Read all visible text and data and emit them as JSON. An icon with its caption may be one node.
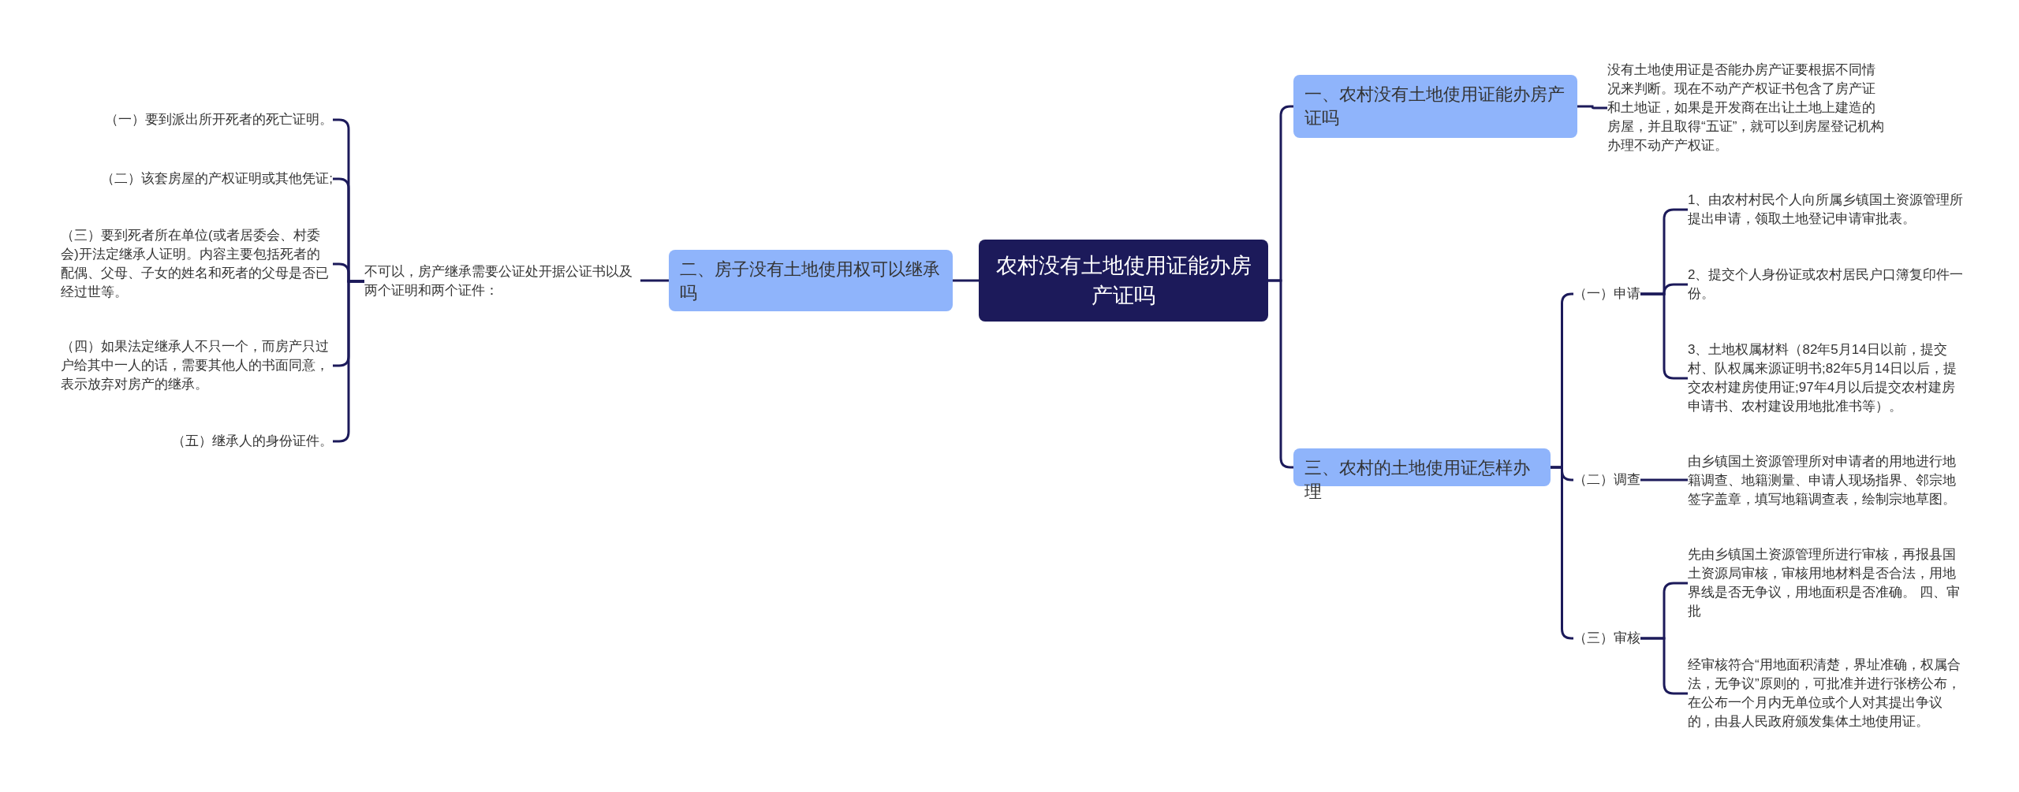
{
  "diagram": {
    "nodes": [
      {
        "text": [
          "农村没有土地使用证能办房产证吗"
        ]
      },
      {
        "text": [
          "一、农村没有土地使用证能办房产证吗"
        ]
      },
      {
        "text": [
          "没有土地使用证是否能办房产证要根据不同情况来判断。现在不动产产权证书包含了房产证和土地证，如果是开发商在出让土地上建造的房屋，并且取得“五证”，就可以到房屋登记机构办理不动产产权证。"
        ]
      },
      {
        "text": [
          "三、农村的土地使用证怎样办理"
        ]
      },
      {
        "text": [
          "（一）申请"
        ]
      },
      {
        "text": [
          "1、由农村村民个人向所属乡镇国土资源管理所提出申请，领取土地登记申请审批表。"
        ]
      },
      {
        "text": [
          "2、提交个人身份证或农村居民户口簿复印件一份。"
        ]
      },
      {
        "text": [
          "3、土地权属材料（82年5月14日以前，提交村、队权属来源证明书;82年5月14日以后，提交农村建房使用证;97年4月以后提交农村建房申请书、农村建设用地批准书等）。"
        ]
      },
      {
        "text": [
          "（二）调查"
        ]
      },
      {
        "text": [
          "由乡镇国土资源管理所对申请者的用地进行地籍调查、地籍测量、申请人现场指界、邻宗地签字盖章，填写地籍调查表，绘制宗地草图。"
        ]
      },
      {
        "text": [
          "（三）审核"
        ]
      },
      {
        "text": [
          "先由乡镇国土资源管理所进行审核，再报县国土资源局审核，审核用地材料是否合法，用地界线是否无争议，用地面积是否准确。 四、审批"
        ]
      },
      {
        "text": [
          "经审核符合“用地面积清楚，界址准确，权属合法，无争议”原则的，可批准并进行张榜公布，在公布一个月内无单位或个人对其提出争议的，由县人民政府颁发集体土地使用证。"
        ]
      },
      {
        "text": [
          "二、房子没有土地使用权可以继承吗"
        ]
      },
      {
        "text": [
          "不可以，房产继承需要公证处开据公证书以及两个证明和两个证件："
        ]
      },
      {
        "text": [
          "（一）要到派出所开死者的死亡证明。"
        ]
      },
      {
        "text": [
          "（二）该套房屋的产权证明或其他凭证;"
        ]
      },
      {
        "text": [
          "（三）要到死者所在单位(或者居委会、村委会)开法定继承人证明。内容主要包括死者的配偶、父母、子女的姓名和死者的父母是否已经过世等。"
        ]
      },
      {
        "text": [
          "（四）如果法定继承人不只一个，而房产只过户给其中一人的话，需要其他人的书面同意，表示放弃对房产的继承。"
        ]
      },
      {
        "text": [
          "（五）继承人的身份证件。"
        ]
      }
    ],
    "edges": [
      {
        "from": 0,
        "to": 1,
        "arrow": "none"
      },
      {
        "from": 1,
        "to": 2,
        "arrow": "none"
      },
      {
        "from": 0,
        "to": 3,
        "arrow": "none"
      },
      {
        "from": 3,
        "to": 4,
        "arrow": "none"
      },
      {
        "from": 4,
        "to": 5,
        "arrow": "none"
      },
      {
        "from": 4,
        "to": 6,
        "arrow": "none"
      },
      {
        "from": 4,
        "to": 7,
        "arrow": "none"
      },
      {
        "from": 3,
        "to": 8,
        "arrow": "none"
      },
      {
        "from": 8,
        "to": 9,
        "arrow": "none"
      },
      {
        "from": 3,
        "to": 10,
        "arrow": "none"
      },
      {
        "from": 10,
        "to": 11,
        "arrow": "none"
      },
      {
        "from": 10,
        "to": 12,
        "arrow": "none"
      },
      {
        "from": 0,
        "to": 13,
        "arrow": "none"
      },
      {
        "from": 13,
        "to": 14,
        "arrow": "none"
      },
      {
        "from": 14,
        "to": 15,
        "arrow": "none"
      },
      {
        "from": 14,
        "to": 16,
        "arrow": "none"
      },
      {
        "from": 14,
        "to": 17,
        "arrow": "none"
      },
      {
        "from": 14,
        "to": 18,
        "arrow": "none"
      },
      {
        "from": 14,
        "to": 19,
        "arrow": "none"
      }
    ]
  }
}
